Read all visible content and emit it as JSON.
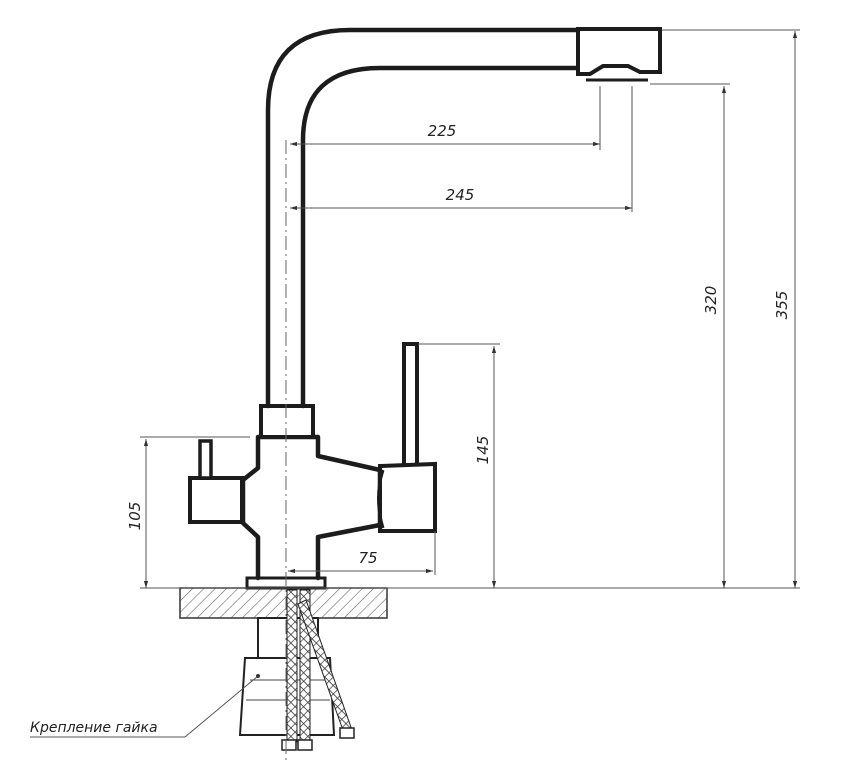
{
  "diagram": {
    "dimensions": {
      "spout_reach_inner": "225",
      "spout_reach_outer": "245",
      "height_to_outlet": "320",
      "total_height": "355",
      "lever_height": "145",
      "filter_handle_height": "105",
      "lever_offset": "75"
    },
    "callout": {
      "nut_label": "Крепление гайка"
    }
  }
}
